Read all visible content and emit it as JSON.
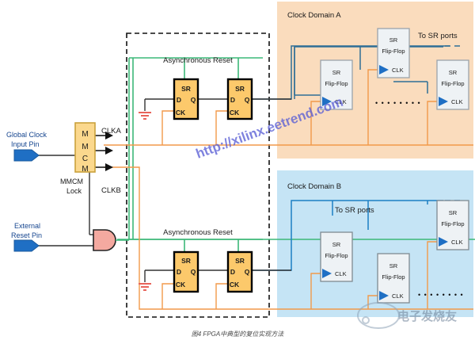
{
  "figure": {
    "caption": "图4   FPGA中典型的复位实现方法",
    "watermark_url": "http://xilinx.eetrend.com",
    "watermark_logo": "电子发烧友"
  },
  "colors": {
    "pin_fill": "#1f6fc4",
    "mmcm_fill": "#fbd88d",
    "mmcm_stroke": "#caa23c",
    "ff_fill": "#fcc96b",
    "ff_stroke": "#000000",
    "and_fill": "#f4a9a0",
    "and_stroke": "#222222",
    "reset_green": "#3cb878",
    "clock_orange": "#f2994a",
    "domain_a_bg": "#fadcbd",
    "domain_b_bg": "#c5e4f5",
    "srff_fill": "#eef2f5",
    "srff_stroke_a": "#9aa3ab",
    "srff_stroke_b": "#7f8a92",
    "wire_blue_a": "#2e6f96",
    "wire_blue_b": "#1c7fc4",
    "wire_dark": "#333333",
    "gnd_red": "#e8635a",
    "text": "#1a1a1a",
    "label_blue": "#15458f",
    "watermark": "#5b5fd6"
  },
  "left_inputs": {
    "global_clock": {
      "line1": "Global Clock",
      "line2": "Input Pin"
    },
    "external_reset": {
      "line1": "External",
      "line2": "Reset Pin"
    },
    "mmcm_lock": {
      "line1": "MMCM",
      "line2": "Lock"
    }
  },
  "mmcm": {
    "letters": [
      "M",
      "M",
      "C",
      "M"
    ]
  },
  "clock_labels": {
    "clka": "CLKA",
    "clkb": "CLKB"
  },
  "reset_sync": {
    "top": {
      "title": "Asynchronous Reset",
      "flipflops": [
        {
          "sr": "SR",
          "d": "D",
          "q": "Q",
          "ck": "CK"
        },
        {
          "sr": "SR",
          "d": "D",
          "q": "Q",
          "ck": "CK"
        }
      ]
    },
    "bottom": {
      "title": "Asynchronous Reset",
      "flipflops": [
        {
          "sr": "SR",
          "d": "D",
          "q": "Q",
          "ck": "CK"
        },
        {
          "sr": "SR",
          "d": "D",
          "q": "Q",
          "ck": "CK"
        }
      ]
    }
  },
  "domains": [
    {
      "id": "a",
      "title": "Clock Domain A",
      "to_sr_ports": "To SR ports",
      "ellipsis": "• • • • • • • •",
      "flipflops": [
        {
          "sr": "SR",
          "name": "Flip-Flop",
          "clk": "CLK"
        },
        {
          "sr": "SR",
          "name": "Flip-Flop",
          "clk": "CLK"
        },
        {
          "sr": "SR",
          "name": "Flip-Flop",
          "clk": "CLK"
        }
      ]
    },
    {
      "id": "b",
      "title": "Clock Domain B",
      "to_sr_ports": "To SR ports",
      "ellipsis": "• • • • • • • •",
      "flipflops": [
        {
          "sr": "SR",
          "name": "Flip-Flop",
          "clk": "CLK"
        },
        {
          "sr": "SR",
          "name": "Flip-Flop",
          "clk": "CLK"
        },
        {
          "sr": "SR",
          "name": "Flip-Flop",
          "clk": "CLK"
        }
      ]
    }
  ]
}
